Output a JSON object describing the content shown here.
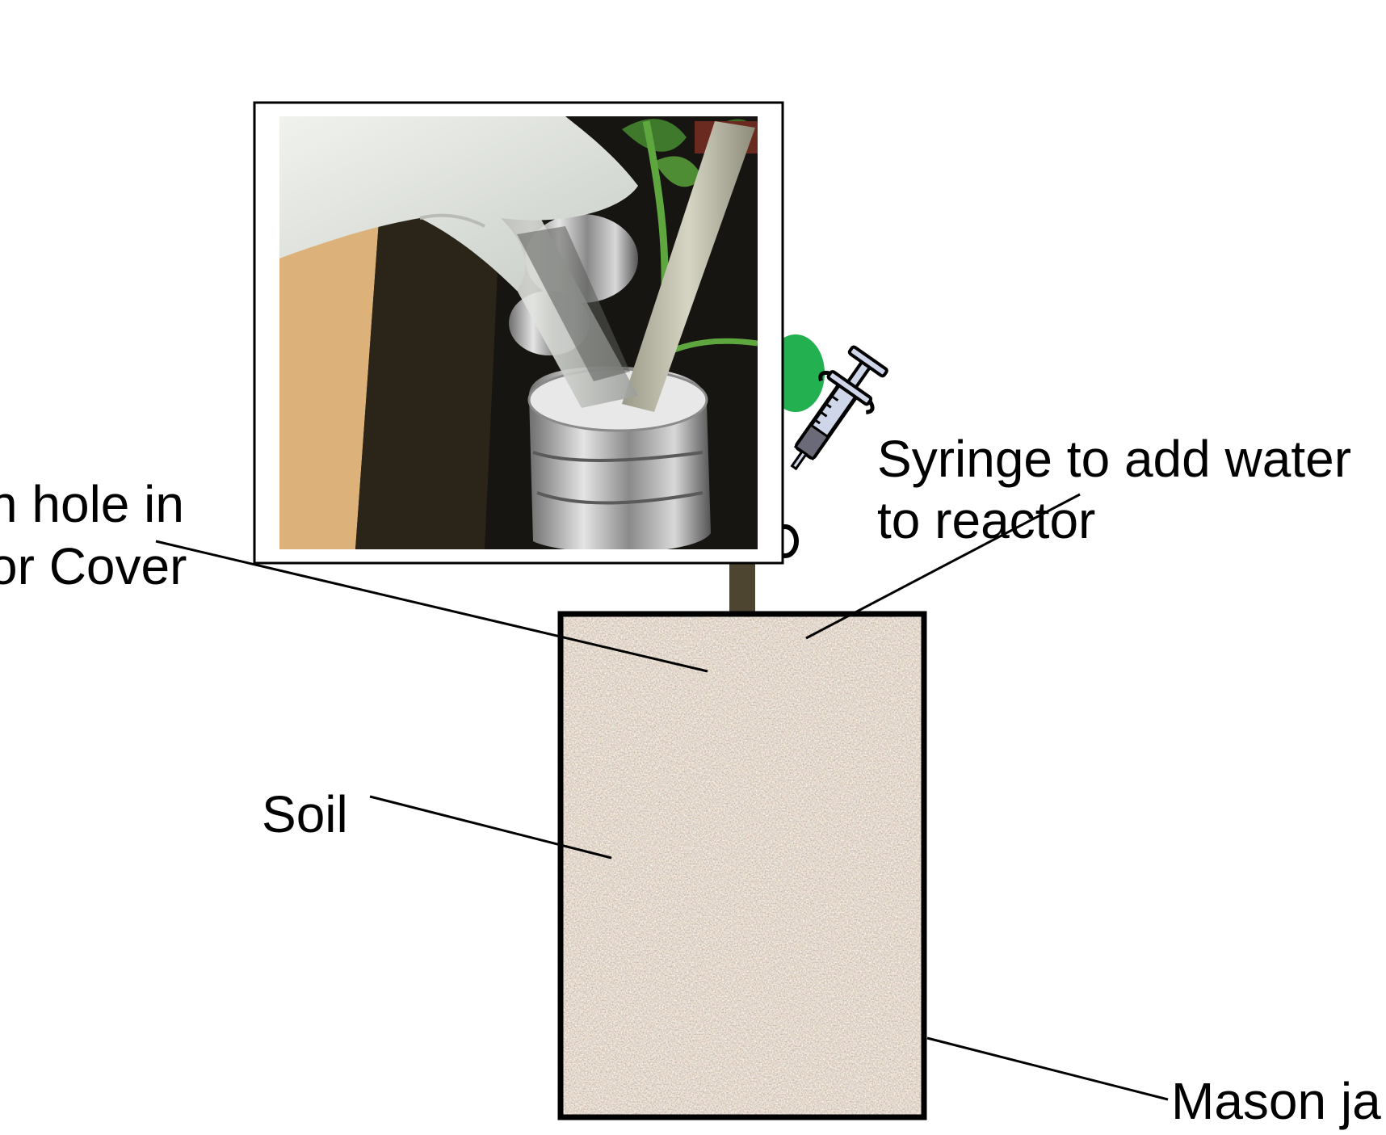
{
  "labels": {
    "syringe_line1": "Syringe to add water",
    "syringe_line2": "to reactor",
    "cover_line1": "n hole in",
    "cover_line2": "or Cover",
    "soil": "Soil",
    "jar": "Mason ja"
  },
  "colors": {
    "soil_base": "#a69a8c",
    "jar_outline": "#000000",
    "stem": "#4d4530",
    "leaf": "#22b050",
    "photo_frame": "#ffffff",
    "syringe_barrel": "#d0d6ea"
  },
  "icons": [
    "syringe-icon",
    "leaf-icon"
  ]
}
